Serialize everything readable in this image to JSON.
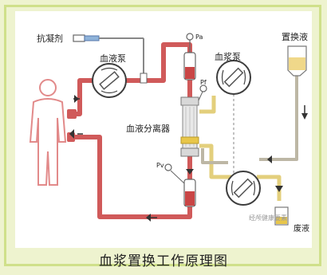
{
  "labels": {
    "anticoagulant": "抗凝剂",
    "blood_pump": "血液泵",
    "plasma_pump": "血浆泵",
    "replacement_fluid": "置换液",
    "plasma_separator": "血液分离器",
    "pa": "Pa",
    "pf": "Pf",
    "pv": "Pv",
    "waste": "废液",
    "watermark": "经颅健康要素"
  },
  "caption": "血浆置换工作原理图",
  "colors": {
    "blood_line": "#d05a5a",
    "plasma_line": "#e3cf7c",
    "return_line": "#bdb7a5",
    "pump_border": "#3d3d3d",
    "frame": "#eef3cf",
    "frame_border": "#cfe08a"
  }
}
